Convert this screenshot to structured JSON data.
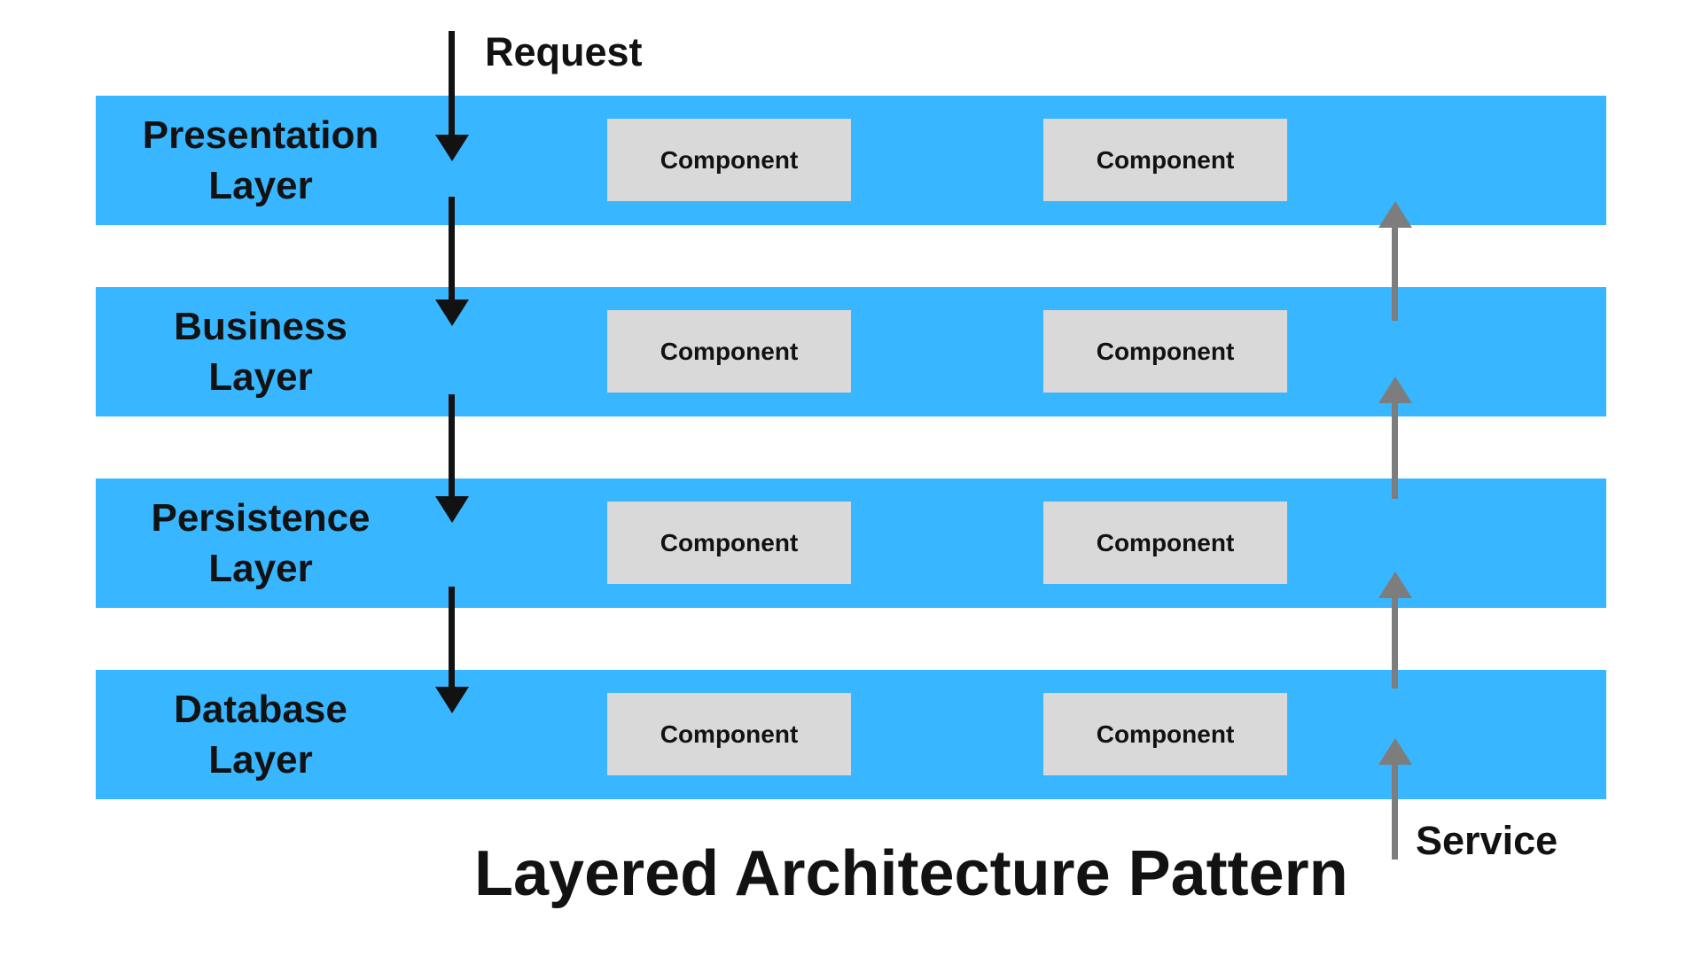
{
  "diagram": {
    "title": "Layered Architecture Pattern",
    "request_label": "Request",
    "service_label": "Service",
    "layers": [
      {
        "name": "Presentation Layer",
        "line1": "Presentation",
        "line2": "Layer",
        "components": [
          "Component",
          "Component"
        ]
      },
      {
        "name": "Business Layer",
        "line1": "Business",
        "line2": "Layer",
        "components": [
          "Component",
          "Component"
        ]
      },
      {
        "name": "Persistence Layer",
        "line1": "Persistence",
        "line2": "Layer",
        "components": [
          "Component",
          "Component"
        ]
      },
      {
        "name": "Database Layer",
        "line1": "Database",
        "line2": "Layer",
        "components": [
          "Component",
          "Component"
        ]
      }
    ],
    "colors": {
      "layer_fill": "#38B6FF",
      "component_fill": "#D9D9D9",
      "request_arrow": "#121212",
      "service_arrow": "#7d7d7d",
      "text": "#121212",
      "background": "#FFFFFF"
    }
  }
}
